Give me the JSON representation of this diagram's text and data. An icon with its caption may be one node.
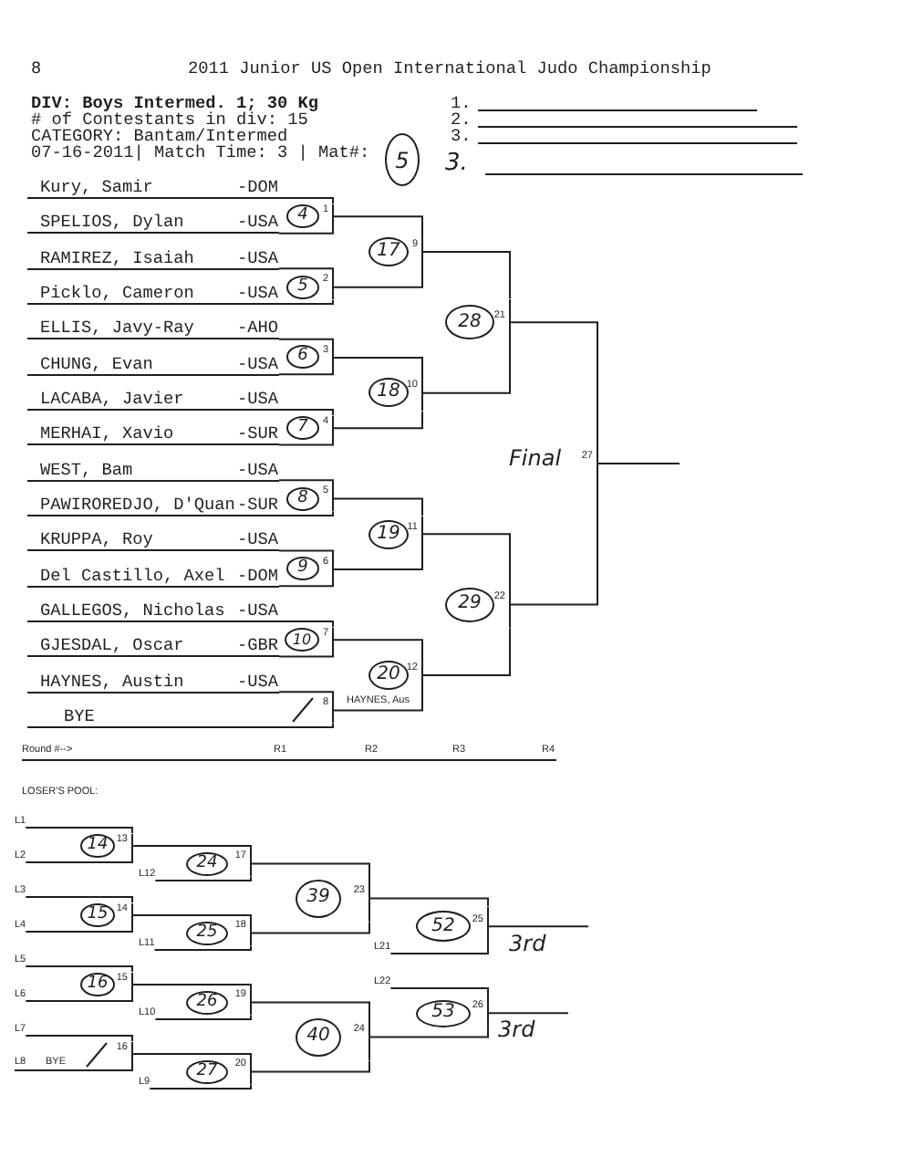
{
  "diagram": {
    "title": "2011 Junior US Open International Judo Championship",
    "nodes": [
      {
        "text": [
          "Kury, Samir",
          "-DOM"
        ]
      },
      {
        "text": [
          "SPELIOS, Dylan",
          "-USA"
        ]
      },
      {
        "text": [
          "RAMIREZ, Isaiah",
          "-USA"
        ]
      },
      {
        "text": [
          "Picklo, Cameron",
          "-USA"
        ]
      },
      {
        "text": [
          "ELLIS, Javy-Ray",
          "-AHO"
        ]
      },
      {
        "text": [
          "CHUNG, Evan",
          "-USA"
        ]
      },
      {
        "text": [
          "LACABA, Javier",
          "-USA"
        ]
      },
      {
        "text": [
          "MERHAI, Xavio",
          "-SUR"
        ]
      },
      {
        "text": [
          "WEST, Bam",
          "-USA"
        ]
      },
      {
        "text": [
          "PAWIROREDJO, D'Quan",
          "-SUR"
        ]
      },
      {
        "text": [
          "KRUPPA, Roy",
          "-USA"
        ]
      },
      {
        "text": [
          "Del Castillo, Axel",
          "-DOM"
        ]
      },
      {
        "text": [
          "GALLEGOS, Nicholas",
          "-USA"
        ]
      },
      {
        "text": [
          "GJESDAL, Oscar",
          "-GBR"
        ]
      },
      {
        "text": [
          "HAYNES, Austin",
          "-USA"
        ]
      },
      {
        "text": [
          "BYE"
        ]
      },
      {
        "text": [
          "4",
          "1"
        ]
      },
      {
        "text": [
          "5",
          "2"
        ]
      },
      {
        "text": [
          "6",
          "3"
        ]
      },
      {
        "text": [
          "7",
          "4"
        ]
      },
      {
        "text": [
          "8",
          "5"
        ]
      },
      {
        "text": [
          "9",
          "6"
        ]
      },
      {
        "text": [
          "10",
          "7"
        ]
      },
      {
        "text": [
          "8"
        ]
      },
      {
        "text": [
          "17",
          "9"
        ]
      },
      {
        "text": [
          "18",
          "10"
        ]
      },
      {
        "text": [
          "19",
          "11"
        ]
      },
      {
        "text": [
          "20",
          "12"
        ]
      },
      {
        "text": [
          "28",
          "21"
        ]
      },
      {
        "text": [
          "29",
          "22"
        ]
      },
      {
        "text": [
          "27"
        ],
        "beside": [
          "Final"
        ]
      },
      {
        "text": [
          "L1"
        ]
      },
      {
        "text": [
          "L2"
        ]
      },
      {
        "text": [
          "L3"
        ]
      },
      {
        "text": [
          "L4"
        ]
      },
      {
        "text": [
          "L5"
        ]
      },
      {
        "text": [
          "L6"
        ]
      },
      {
        "text": [
          "L7"
        ]
      },
      {
        "text": [
          "L8",
          "BYE"
        ]
      },
      {
        "text": [
          "L12"
        ]
      },
      {
        "text": [
          "L11"
        ]
      },
      {
        "text": [
          "L10"
        ]
      },
      {
        "text": [
          "L9"
        ]
      },
      {
        "text": [
          "L21"
        ]
      },
      {
        "text": [
          "L22"
        ]
      },
      {
        "text": [
          "14",
          "13"
        ]
      },
      {
        "text": [
          "15",
          "14"
        ]
      },
      {
        "text": [
          "16",
          "15"
        ]
      },
      {
        "text": [
          "16"
        ]
      },
      {
        "text": [
          "24",
          "17"
        ]
      },
      {
        "text": [
          "25",
          "18"
        ]
      },
      {
        "text": [
          "26",
          "19"
        ]
      },
      {
        "text": [
          "27",
          "20"
        ]
      },
      {
        "text": [
          "39",
          "23"
        ]
      },
      {
        "text": [
          "40",
          "24"
        ]
      },
      {
        "text": [
          "52",
          "25"
        ],
        "beside": [
          "3rd"
        ]
      },
      {
        "text": [
          "53",
          "26"
        ],
        "beside": [
          "3rd"
        ]
      }
    ],
    "edges": [
      {
        "from": 0,
        "to": 16,
        "arrow": "none"
      },
      {
        "from": 1,
        "to": 16,
        "arrow": "none"
      },
      {
        "from": 2,
        "to": 17,
        "arrow": "none"
      },
      {
        "from": 3,
        "to": 17,
        "arrow": "none"
      },
      {
        "from": 4,
        "to": 18,
        "arrow": "none"
      },
      {
        "from": 5,
        "to": 18,
        "arrow": "none"
      },
      {
        "from": 6,
        "to": 19,
        "arrow": "none"
      },
      {
        "from": 7,
        "to": 19,
        "arrow": "none"
      },
      {
        "from": 8,
        "to": 20,
        "arrow": "none"
      },
      {
        "from": 9,
        "to": 20,
        "arrow": "none"
      },
      {
        "from": 10,
        "to": 21,
        "arrow": "none"
      },
      {
        "from": 11,
        "to": 21,
        "arrow": "none"
      },
      {
        "from": 12,
        "to": 22,
        "arrow": "none"
      },
      {
        "from": 13,
        "to": 22,
        "arrow": "none"
      },
      {
        "from": 14,
        "to": 23,
        "arrow": "none"
      },
      {
        "from": 15,
        "to": 23,
        "arrow": "none"
      },
      {
        "from": 16,
        "to": 24,
        "arrow": "none"
      },
      {
        "from": 17,
        "to": 24,
        "arrow": "none"
      },
      {
        "from": 18,
        "to": 25,
        "arrow": "none"
      },
      {
        "from": 19,
        "to": 25,
        "arrow": "none"
      },
      {
        "from": 20,
        "to": 26,
        "arrow": "none"
      },
      {
        "from": 21,
        "to": 26,
        "arrow": "none"
      },
      {
        "from": 22,
        "to": 27,
        "arrow": "none"
      },
      {
        "from": 23,
        "to": 27,
        "arrow": "none",
        "label": "HAYNES, Aus"
      },
      {
        "from": 24,
        "to": 28,
        "arrow": "none"
      },
      {
        "from": 25,
        "to": 28,
        "arrow": "none"
      },
      {
        "from": 26,
        "to": 29,
        "arrow": "none"
      },
      {
        "from": 27,
        "to": 29,
        "arrow": "none"
      },
      {
        "from": 28,
        "to": 30,
        "arrow": "none"
      },
      {
        "from": 29,
        "to": 30,
        "arrow": "none"
      },
      {
        "from": 30,
        "to": null,
        "arrow": "none"
      },
      {
        "from": 31,
        "to": 45,
        "arrow": "none"
      },
      {
        "from": 32,
        "to": 45,
        "arrow": "none"
      },
      {
        "from": 33,
        "to": 46,
        "arrow": "none"
      },
      {
        "from": 34,
        "to": 46,
        "arrow": "none"
      },
      {
        "from": 35,
        "to": 47,
        "arrow": "none"
      },
      {
        "from": 36,
        "to": 47,
        "arrow": "none"
      },
      {
        "from": 37,
        "to": 48,
        "arrow": "none"
      },
      {
        "from": 38,
        "to": 48,
        "arrow": "none"
      },
      {
        "from": 45,
        "to": 49,
        "arrow": "none"
      },
      {
        "from": 39,
        "to": 49,
        "arrow": "none"
      },
      {
        "from": 46,
        "to": 50,
        "arrow": "none"
      },
      {
        "from": 40,
        "to": 50,
        "arrow": "none"
      },
      {
        "from": 47,
        "to": 51,
        "arrow": "none"
      },
      {
        "from": 41,
        "to": 51,
        "arrow": "none"
      },
      {
        "from": 48,
        "to": 52,
        "arrow": "none"
      },
      {
        "from": 42,
        "to": 52,
        "arrow": "none"
      },
      {
        "from": 49,
        "to": 53,
        "arrow": "none"
      },
      {
        "from": 50,
        "to": 53,
        "arrow": "none"
      },
      {
        "from": 51,
        "to": 54,
        "arrow": "none"
      },
      {
        "from": 52,
        "to": 54,
        "arrow": "none"
      },
      {
        "from": 53,
        "to": 55,
        "arrow": "none"
      },
      {
        "from": 43,
        "to": 55,
        "arrow": "none"
      },
      {
        "from": 44,
        "to": 56,
        "arrow": "none"
      },
      {
        "from": 54,
        "to": 56,
        "arrow": "none"
      },
      {
        "from": 55,
        "to": null,
        "arrow": "none"
      },
      {
        "from": 56,
        "to": null,
        "arrow": "none"
      }
    ],
    "labels": [
      "8",
      "DIV: Boys Intermed. 1; 30 Kg",
      "1.",
      "# of Contestants in div: 15",
      "2.",
      "CATEGORY: Bantam/Intermed",
      "3.",
      "07-16-2011| Match Time: 3 | Mat#:",
      "5",
      "3.",
      "Round #-->",
      "R1",
      "R2",
      "R3",
      "R4",
      "LOSER'S POOL:"
    ]
  }
}
